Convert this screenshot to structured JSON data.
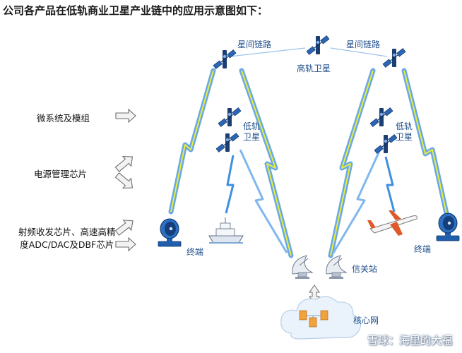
{
  "heading": "公司各产品在低轨商业卫星产业链中的应用示意图如下：",
  "labels": {
    "isl_left": "星间链路",
    "isl_right": "星间链路",
    "geo": "高轨卫星",
    "leo_left_1": "低轨",
    "leo_left_2": "卫星",
    "leo_right_1": "低轨",
    "leo_right_2": "卫星",
    "terminal_left": "终端",
    "terminal_right": "终端",
    "gateway": "信关站",
    "core_network": "核心网"
  },
  "products": {
    "micro_system": "微系统及模组",
    "power_chip": "电源管理芯片",
    "rf_chip_line1": "射频收发芯片、高速高精",
    "rf_chip_line2": "度ADC/DAC及DBF芯片"
  },
  "watermark": "雪球：海里的大福",
  "colors": {
    "link_blue": "#6aa8e8",
    "link_yellow": "#e6ee3a",
    "satellite_body": "#1c3f73",
    "satellite_panel": "#2c66b8",
    "arrow_fill": "#f2f2f2",
    "arrow_stroke": "#6e6e6e",
    "cloud_fill": "#eaf3fc",
    "server_orange": "#f2a13c"
  }
}
